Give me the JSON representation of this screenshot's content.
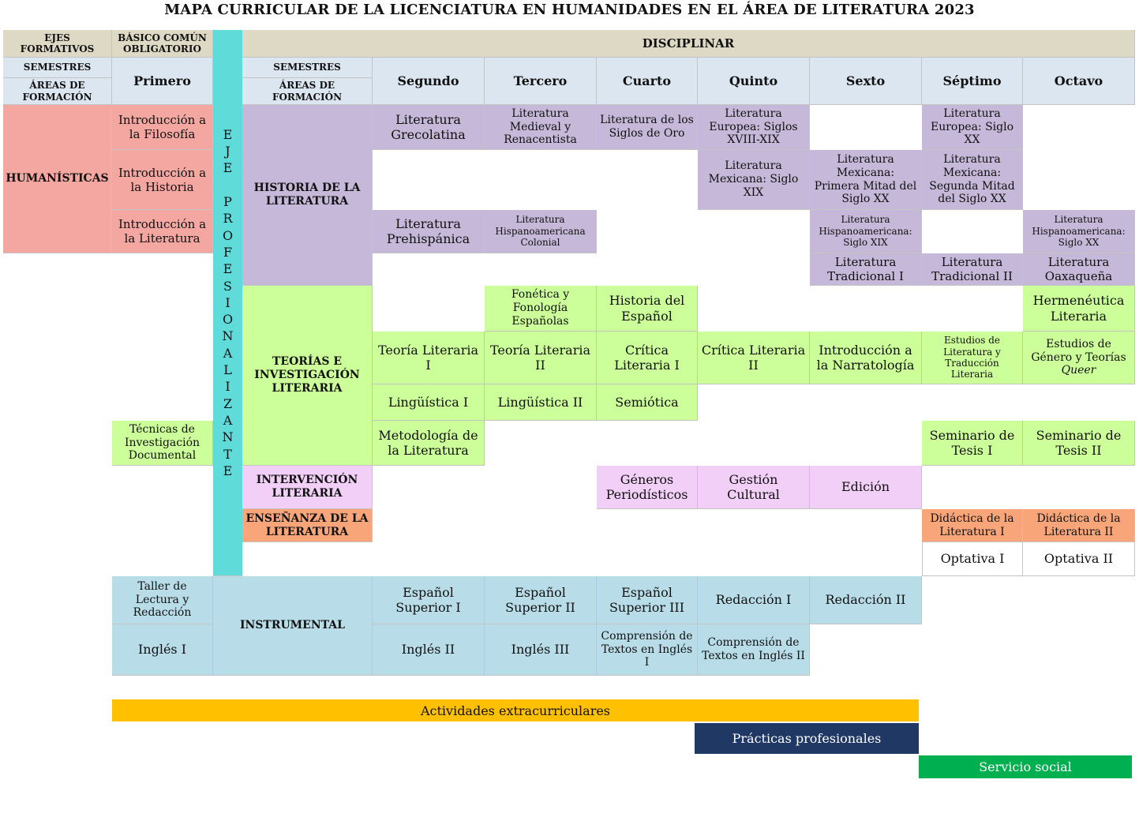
{
  "title": "MAPA CURRICULAR DE LA LICENCIATURA EN HUMANIDADES EN EL ÁREA DE LITERATURA 2023",
  "header": {
    "ejes_formativos": "EJES FORMATIVOS",
    "basico_comun": "BÁSICO COMÚN OBLIGATORIO",
    "disciplinar": "DISCIPLINAR",
    "semestres": "SEMESTRES",
    "areas_formacion": "ÁREAS DE FORMACIÓN",
    "semesters": [
      "Primero",
      "Segundo",
      "Tercero",
      "Cuarto",
      "Quinto",
      "Sexto",
      "Séptimo",
      "Octavo"
    ]
  },
  "eje_profesionalizante": [
    "E",
    "J",
    "E",
    "",
    "P",
    "R",
    "O",
    "F",
    "E",
    "S",
    "I",
    "O",
    "N",
    "A",
    "L",
    "I",
    "Z",
    "A",
    "N",
    "T",
    "E"
  ],
  "areas": {
    "humanisticas": "HUMANÍSTICAS",
    "historia": "HISTORIA DE LA LITERATURA",
    "teorias": "TEORÍAS E INVESTIGACIÓN LITERARIA",
    "intervencion": "INTERVENCIÓN LITERARIA",
    "ensenanza": "ENSEÑANZA DE LA LITERATURA",
    "instrumental": "INSTRUMENTAL"
  },
  "courses": {
    "intro_filosofia": "Introducción a la Filosofía",
    "intro_historia": "Introducción a la Historia",
    "intro_literatura": "Introducción a la Literatura",
    "tecnicas_investigacion": "Técnicas de Investigación Documental",
    "taller_lectura": "Taller de Lectura y Redacción",
    "ingles_1": "Inglés I",
    "lit_grecolatina": "Literatura Grecolatina",
    "lit_medieval": "Literatura Medieval y Renacentista",
    "lit_siglos_oro": "Literatura de los Siglos de Oro",
    "lit_europea_xviii": "Literatura Europea: Siglos XVIII-XIX",
    "lit_europea_xx": "Literatura Europea: Siglo XX",
    "lit_mexicana_xix": "Literatura Mexicana: Siglo XIX",
    "lit_mexicana_primera": "Literatura Mexicana: Primera Mitad del Siglo XX",
    "lit_mexicana_segunda": "Literatura Mexicana: Segunda Mitad del Siglo XX",
    "lit_prehispanica": "Literatura Prehispánica",
    "lit_hispano_colonial": "Literatura Hispanoamericana Colonial",
    "lit_hispano_xix": "Literatura Hispanoamericana: Siglo XIX",
    "lit_hispano_xx": "Literatura Hispanoamericana: Siglo XX",
    "lit_tradicional_1": "Literatura Tradicional I",
    "lit_tradicional_2": "Literatura Tradicional II",
    "lit_oaxaquena": "Literatura Oaxaqueña",
    "fonetica": "Fonética y Fonología Españolas",
    "historia_espanol": "Historia del Español",
    "hermeneutica": "Hermenéutica Literaria",
    "teoria_lit_1": "Teoría Literaria I",
    "teoria_lit_2": "Teoría Literaria II",
    "critica_lit_1": "Crítica Literaria I",
    "critica_lit_2": "Crítica Literaria II",
    "narratologia": "Introducción a la Narratología",
    "estudios_traduccion": "Estudios de Literatura y Traducción Literaria",
    "estudios_genero_line1": "Estudios de",
    "estudios_genero_line2": "Género y Teorías",
    "estudios_genero_line3": "Queer",
    "linguistica_1": "Lingüística I",
    "linguistica_2": "Lingüística II",
    "semiotica": "Semiótica",
    "metodologia": "Metodología de la Literatura",
    "seminario_1": "Seminario de Tesis I",
    "seminario_2": "Seminario de Tesis II",
    "generos_periodisticos": "Géneros Periodísticos",
    "gestion_cultural": "Gestión Cultural",
    "edicion": "Edición",
    "didactica_1": "Didáctica de la Literatura I",
    "didactica_2": "Didáctica de la Literatura II",
    "optativa_1": "Optativa I",
    "optativa_2": "Optativa II",
    "espanol_sup_1": "Español Superior I",
    "espanol_sup_2": "Español Superior II",
    "espanol_sup_3": "Español Superior III",
    "redaccion_1": "Redacción I",
    "redaccion_2": "Redacción II",
    "ingles_2": "Inglés II",
    "ingles_3": "Inglés III",
    "comprension_1": "Comprensión de Textos en Inglés I",
    "comprension_2": "Comprensión de Textos en Inglés II"
  },
  "bars": {
    "extracurriculares": "Actividades extracurriculares",
    "practicas": "Prácticas profesionales",
    "servicio": "Servicio social"
  },
  "colors": {
    "header": "#dce6f1",
    "disciplinar": "#ddd9c4",
    "humanisticas": "#f4a6a0",
    "historia": "#c5b8d8",
    "teorias": "#ccff99",
    "intervencion": "#f1cff7",
    "ensenanza": "#f8a57a",
    "instrumental": "#b8dde8",
    "eje": "#5fdcd9",
    "extracurriculares": "#ffc000",
    "practicas": "#1f3864",
    "servicio": "#00b050"
  }
}
